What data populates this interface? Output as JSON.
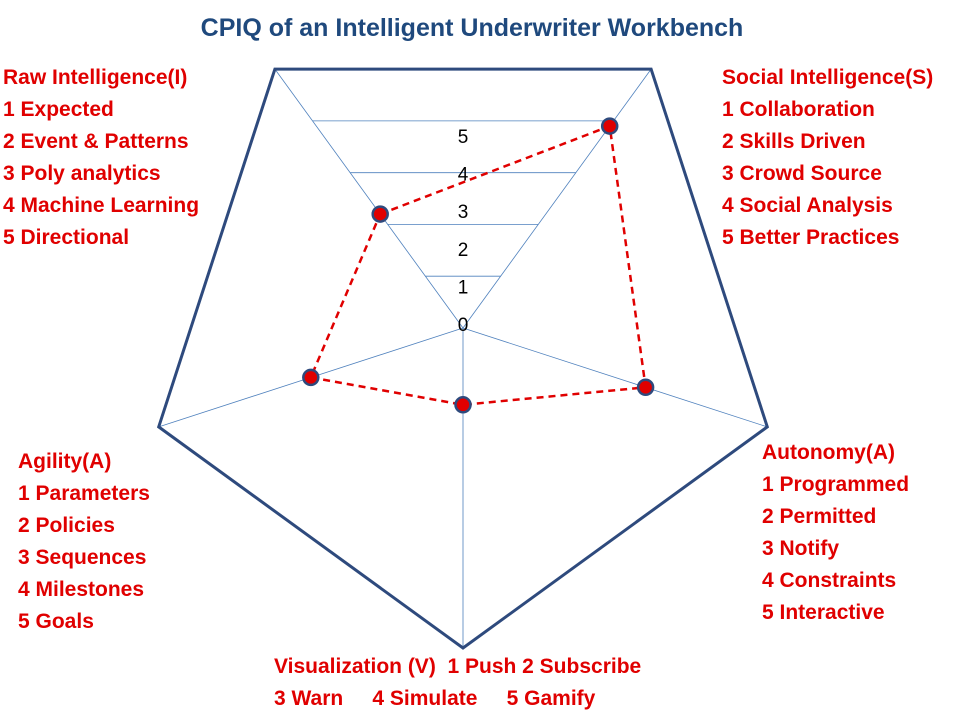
{
  "chart_data": {
    "type": "radar",
    "title": "CPIQ of an Intelligent Underwriter Workbench",
    "axes": [
      {
        "key": "I",
        "label": "Raw Intelligence(I)",
        "value": 2.2
      },
      {
        "key": "S",
        "label": "Social Intelligence(S)",
        "value": 3.9
      },
      {
        "key": "Au",
        "label": "Autonomy(A)",
        "value": 3.0
      },
      {
        "key": "V",
        "label": "Visualization (V)",
        "value": 1.2
      },
      {
        "key": "Ag",
        "label": "Agility(A)",
        "value": 2.5
      }
    ],
    "series": [
      {
        "values": [
          2.2,
          3.9,
          3.0,
          1.2,
          2.5
        ]
      }
    ],
    "rlim": [
      0,
      5
    ],
    "rticks": [
      "0",
      "1",
      "2",
      "3",
      "4",
      "5"
    ],
    "colors": {
      "title": "#1f497d",
      "outer": "#2e4a7d",
      "grid": "#4f81bd",
      "series": "#e00000",
      "marker_edge": "#2e4a7d",
      "legend": "#e00000"
    }
  },
  "legends": {
    "raw_intelligence": {
      "head": "Raw Intelligence(I)",
      "items": [
        "1 Expected",
        "2 Event & Patterns",
        "3 Poly analytics",
        "4 Machine Learning",
        "5 Directional"
      ]
    },
    "social_intelligence": {
      "head": "Social Intelligence(S)",
      "items": [
        "1 Collaboration",
        "2 Skills Driven",
        "3 Crowd Source",
        "4 Social Analysis",
        "5 Better Practices"
      ]
    },
    "agility": {
      "head": "Agility(A)",
      "items": [
        "1 Parameters",
        "2 Policies",
        "3 Sequences",
        "4 Milestones",
        "5 Goals"
      ]
    },
    "autonomy": {
      "head": "Autonomy(A)",
      "items": [
        "1 Programmed",
        "2 Permitted",
        "3 Notify",
        "4 Constraints",
        "5 Interactive"
      ]
    },
    "visualization": {
      "line1": "Visualization (V)  1 Push 2 Subscribe",
      "line2": "3 Warn     4 Simulate     5 Gamify"
    }
  }
}
